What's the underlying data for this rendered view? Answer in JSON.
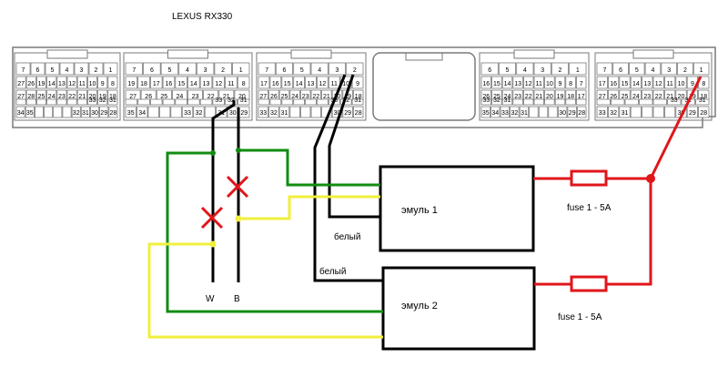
{
  "title": "LEXUS RX330",
  "connectors": [
    {
      "id": "A",
      "rows": [
        [
          "7",
          "6",
          "5",
          "4",
          "3",
          "2",
          "1"
        ],
        [
          "27",
          "26",
          "19",
          "14",
          "13",
          "12",
          "11",
          "10",
          "9",
          "8"
        ],
        [
          "27",
          "28",
          "25",
          "24",
          "23",
          "22",
          "21",
          "20",
          "19",
          "18"
        ],
        [
          "",
          "",
          "",
          "",
          "",
          "",
          "",
          "33",
          "32",
          "31"
        ],
        [
          "34",
          "35",
          "",
          "",
          "",
          "",
          "32",
          "31",
          "30",
          "29",
          "28"
        ]
      ]
    },
    {
      "id": "B",
      "rows": [
        [
          "7",
          "6",
          "5",
          "4",
          "3",
          "2",
          "1"
        ],
        [
          "19",
          "18",
          "17",
          "16",
          "15",
          "14",
          "13",
          "12",
          "11",
          "8"
        ],
        [
          "27",
          "26",
          "25",
          "24",
          "23",
          "22",
          "21",
          "20"
        ],
        [
          "",
          "",
          "",
          "",
          "",
          "",
          "",
          "33",
          "32",
          "31"
        ],
        [
          "35",
          "34",
          "",
          "",
          "",
          "33",
          "32",
          "",
          "31",
          "30",
          "29"
        ]
      ]
    },
    {
      "id": "C",
      "rows": [
        [
          "7",
          "6",
          "5",
          "4",
          "3",
          "2"
        ],
        [
          "17",
          "16",
          "15",
          "14",
          "13",
          "12",
          "11",
          "10",
          "9"
        ],
        [
          "27",
          "26",
          "25",
          "24",
          "23",
          "22",
          "21",
          "20",
          "19",
          "18"
        ],
        [
          "",
          "",
          "",
          "",
          "",
          "",
          "33",
          "32",
          "31"
        ],
        [
          "33",
          "32",
          "31",
          "",
          "",
          "",
          "",
          "30",
          "29",
          "28"
        ]
      ]
    },
    {
      "id": "D",
      "rows": [
        [
          "6",
          "5",
          "4",
          "3",
          "2",
          "1"
        ],
        [
          "16",
          "15",
          "14",
          "13",
          "12",
          "11",
          "10",
          "9",
          "8",
          "7"
        ],
        [
          "26",
          "25",
          "24",
          "23",
          "22",
          "21",
          "20",
          "19",
          "18",
          "17"
        ],
        [
          "33",
          "32",
          "31",
          "",
          "",
          "",
          "",
          "",
          "",
          ""
        ],
        [
          "35",
          "34",
          "33",
          "32",
          "31",
          "",
          "",
          "",
          "30",
          "29",
          "28"
        ]
      ]
    },
    {
      "id": "E",
      "rows": [
        [
          "7",
          "6",
          "5",
          "4",
          "3",
          "2",
          "1"
        ],
        [
          "17",
          "16",
          "15",
          "14",
          "13",
          "12",
          "11",
          "10",
          "9",
          "8"
        ],
        [
          "27",
          "26",
          "25",
          "24",
          "23",
          "22",
          "21",
          "20",
          "19",
          "18"
        ],
        [
          "",
          "",
          "",
          "",
          "",
          "33",
          "32",
          "31"
        ],
        [
          "33",
          "32",
          "31",
          "",
          "",
          "",
          "",
          "30",
          "29",
          "28"
        ]
      ]
    }
  ],
  "labels": {
    "emul1": "эмуль 1",
    "emul2": "эмуль 2",
    "fuse1": "fuse 1 - 5A",
    "fuse2": "fuse 1 - 5A",
    "white1": "белый",
    "white2": "белый",
    "wire_w": "W",
    "wire_b": "B"
  },
  "colors": {
    "green": "#128c12",
    "yellow": "#f0ef3c",
    "red": "#e0161b",
    "black": "#000000",
    "outline": "#7a7a7a"
  }
}
